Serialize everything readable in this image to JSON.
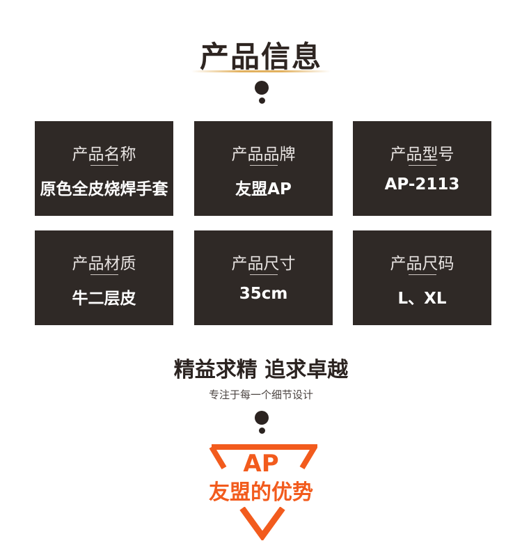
{
  "header": {
    "title": "产品信息"
  },
  "info_cards": [
    {
      "label": "产品名称",
      "value": "原色全皮烧焊手套"
    },
    {
      "label": "产品品牌",
      "value": "友盟AP"
    },
    {
      "label": "产品型号",
      "value": "AP-2113"
    },
    {
      "label": "产品材质",
      "value": "牛二层皮"
    },
    {
      "label": "产品尺寸",
      "value": "35cm"
    },
    {
      "label": "产品尺码",
      "value": "L、XL"
    }
  ],
  "slogan": {
    "main": "精益求精 追求卓越",
    "sub": "专注于每一个细节设计"
  },
  "advantage": {
    "brand": "AP",
    "title": "友盟的优势"
  },
  "colors": {
    "dark": "#2f2926",
    "accent": "#f25b1d",
    "gold": "#e2b15f"
  }
}
